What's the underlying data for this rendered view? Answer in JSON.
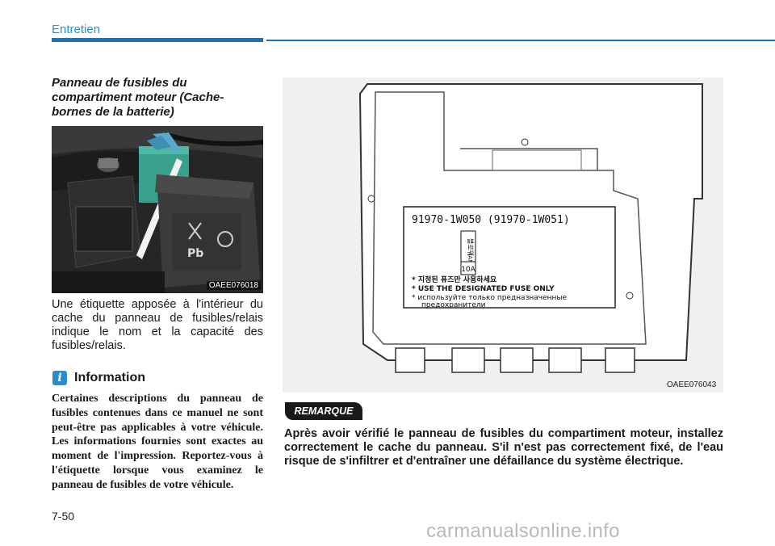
{
  "header": {
    "section": "Entretien"
  },
  "subheading": {
    "line1": "Panneau de fusibles du",
    "line2": "compartiment moteur (Cache-",
    "line3": "bornes de la batterie)"
  },
  "photo": {
    "code": "OAEE076018",
    "battery_mark": "Pb"
  },
  "body_text": "Une étiquette apposée à l'intérieur du cache du panneau de fusibles/relais indique le nom et la capacité des fusibles/relais.",
  "information": {
    "icon": "i",
    "title": "Information",
    "text": "Certaines descriptions du panneau de fusibles contenues dans ce manuel ne sont peut-être pas applicables à votre véhicule. Les informations fournies sont exactes au moment de l'impression. Reportez-vous à l'étiquette lorsque vous examinez le panneau de fusibles de votre véhicule."
  },
  "diagram": {
    "code": "OAEE076043",
    "label": {
      "part_number": "91970-1W050   (91970-1W051)",
      "fuse_korean": "블로워",
      "fuse_name": "(AMS)",
      "fuse_rating": "10A",
      "warn_kr": "* 지정된 퓨즈만 사용하세요",
      "warn_en": "* USE THE DESIGNATED FUSE ONLY",
      "warn_ru1": "* используйте только предназначенные",
      "warn_ru2": "предохранители"
    }
  },
  "note": {
    "badge": "REMARQUE",
    "text": "Après avoir vérifié le panneau de fusibles du compartiment moteur, installez correctement le cache du panneau. S'il n'est pas correctement fixé, de l'eau risque de s'infiltrer et d'entraîner une défaillance du système électrique."
  },
  "footer": {
    "page": "7-50",
    "watermark": "carmanualsonline.info"
  },
  "colors": {
    "accent": "#1a72b8",
    "accent_light": "#2a8fc8",
    "fuse_cover": "#3aa08e",
    "arrow": "#5aa9c8"
  }
}
